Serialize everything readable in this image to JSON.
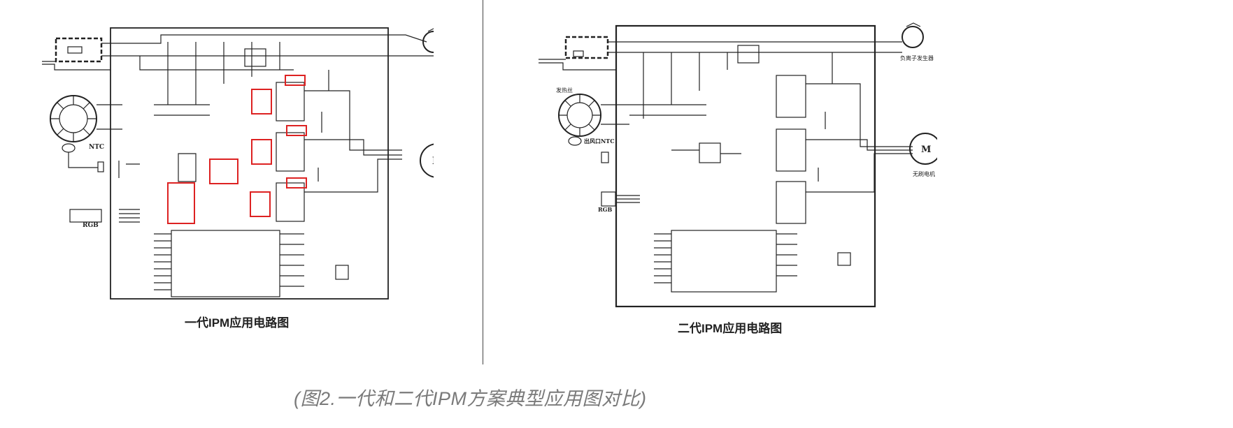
{
  "figure": {
    "left": {
      "title": "一代IPM应用电路图",
      "labels": {
        "ntc": "NTC",
        "motor": "M",
        "rgb": "RGB"
      }
    },
    "right": {
      "title": "二代IPM应用电路图",
      "labels": {
        "motor": "M",
        "heater": "发热丝",
        "outlet_ntc": "出风口NTC",
        "rgb": "RGB",
        "brushless_motor": "无刷电机",
        "ion_generator": "负离子发生器"
      }
    },
    "caption": "(图2.一代和二代IPM方案典型应用图对比)"
  }
}
